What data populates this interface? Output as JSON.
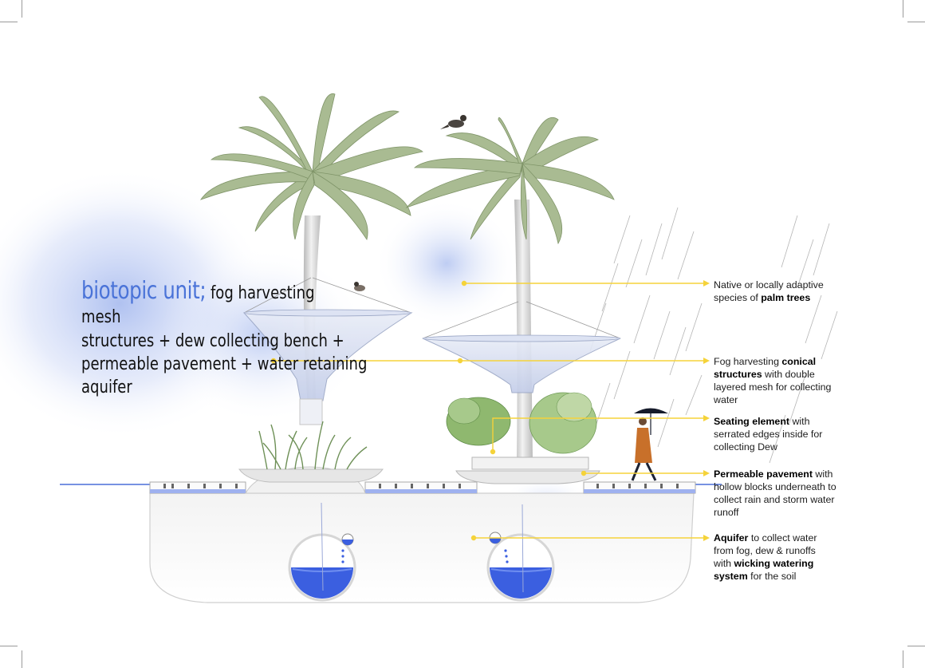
{
  "title": {
    "highlight": "biotopic unit;",
    "line1_rest": " fog harvesting mesh",
    "line2": "structures + dew collecting bench +",
    "line3": "permeable pavement + water retaining",
    "line4": "aquifer"
  },
  "annotations": [
    {
      "pre": "Native or locally adaptive species of ",
      "bold": "palm trees",
      "post": "",
      "pre2": "",
      "bold2": "",
      "post2": ""
    },
    {
      "pre": "Fog harvesting ",
      "bold": "conical structures",
      "post": " with double layered mesh for collecting water",
      "pre2": "",
      "bold2": "",
      "post2": ""
    },
    {
      "pre": "",
      "bold": "Seating element",
      "post": " with serrated edges inside for collecting Dew",
      "pre2": "",
      "bold2": "",
      "post2": ""
    },
    {
      "pre": "",
      "bold": "Permeable pavement",
      "post": " with hollow blocks underneath to collect rain and storm water runoff",
      "pre2": "",
      "bold2": "",
      "post2": ""
    },
    {
      "pre": "",
      "bold": "Aquifer",
      "post": " to collect water from fog, dew & runoffs with ",
      "pre2": "",
      "bold2": "wicking watering system",
      "post2": " for the soil"
    }
  ],
  "colors": {
    "accent_blue": "#4a73d8",
    "leader_yellow": "#f5d33a",
    "water": "#3b5fe0",
    "palm_leaf": "#a9bb92",
    "palm_leaf_dark": "#7f9468",
    "shrub": "#8fb86f",
    "coat": "#c8702a"
  }
}
